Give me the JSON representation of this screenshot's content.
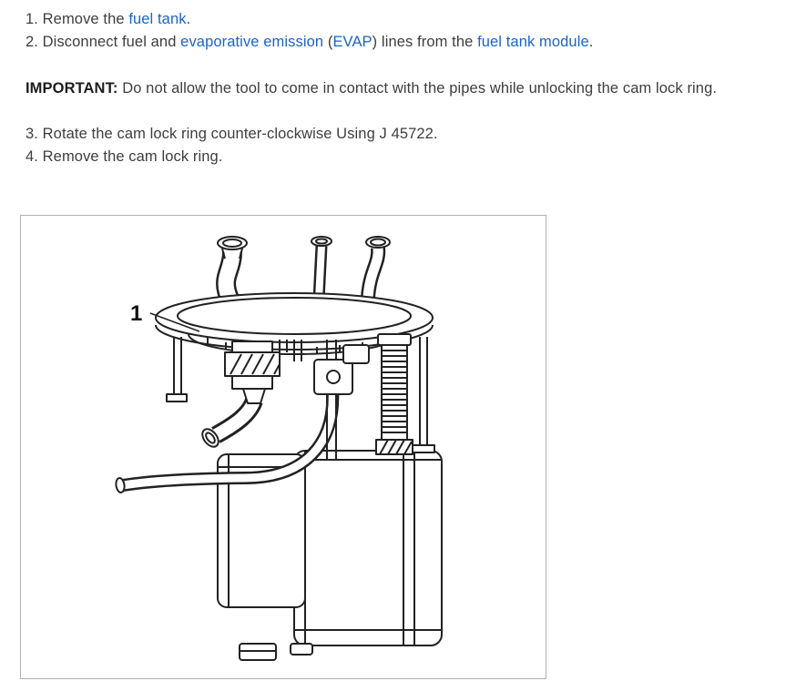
{
  "doc": {
    "step1": {
      "num": "1.",
      "t1": "Remove the ",
      "l1": "fuel tank",
      "t2": "."
    },
    "step2": {
      "num": "2.",
      "t1": "Disconnect fuel and ",
      "l1": "evaporative emission",
      "t2": " (",
      "l2": "EVAP",
      "t3": ") lines from the ",
      "l3": "fuel tank module",
      "t4": "."
    },
    "important": {
      "label": "IMPORTANT:",
      "text": " Do not allow the tool to come in contact with the pipes while unlocking the cam lock ring."
    },
    "step3": {
      "num": "3.",
      "t1": "Rotate the cam lock ring counter-clockwise Using J 45722."
    },
    "step4": {
      "num": "4.",
      "t1": "Remove the cam lock ring."
    }
  },
  "figure": {
    "callout": "1"
  },
  "colors": {
    "text": "#3e3e3e",
    "link": "#1b64c8",
    "line_art": "#222222",
    "figure_border": "#b0b0b0"
  }
}
